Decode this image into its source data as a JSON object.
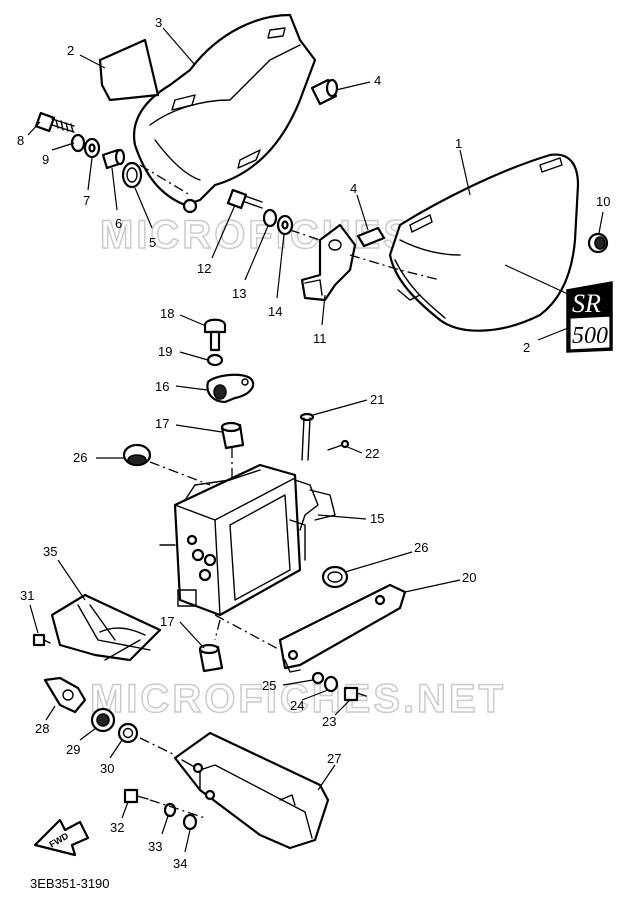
{
  "diagram": {
    "watermark": "MICROFICHES.NET",
    "drawing_code": "3EB351-3190",
    "fwd_label": "FWD",
    "emblem_text": [
      "SR",
      "500"
    ],
    "callouts": [
      "1",
      "2",
      "2",
      "3",
      "4",
      "4",
      "5",
      "6",
      "7",
      "8",
      "9",
      "10",
      "11",
      "12",
      "13",
      "14",
      "15",
      "16",
      "17",
      "17",
      "18",
      "19",
      "20",
      "21",
      "22",
      "23",
      "24",
      "25",
      "26",
      "26",
      "27",
      "28",
      "29",
      "30",
      "31",
      "32",
      "33",
      "34",
      "35"
    ]
  }
}
